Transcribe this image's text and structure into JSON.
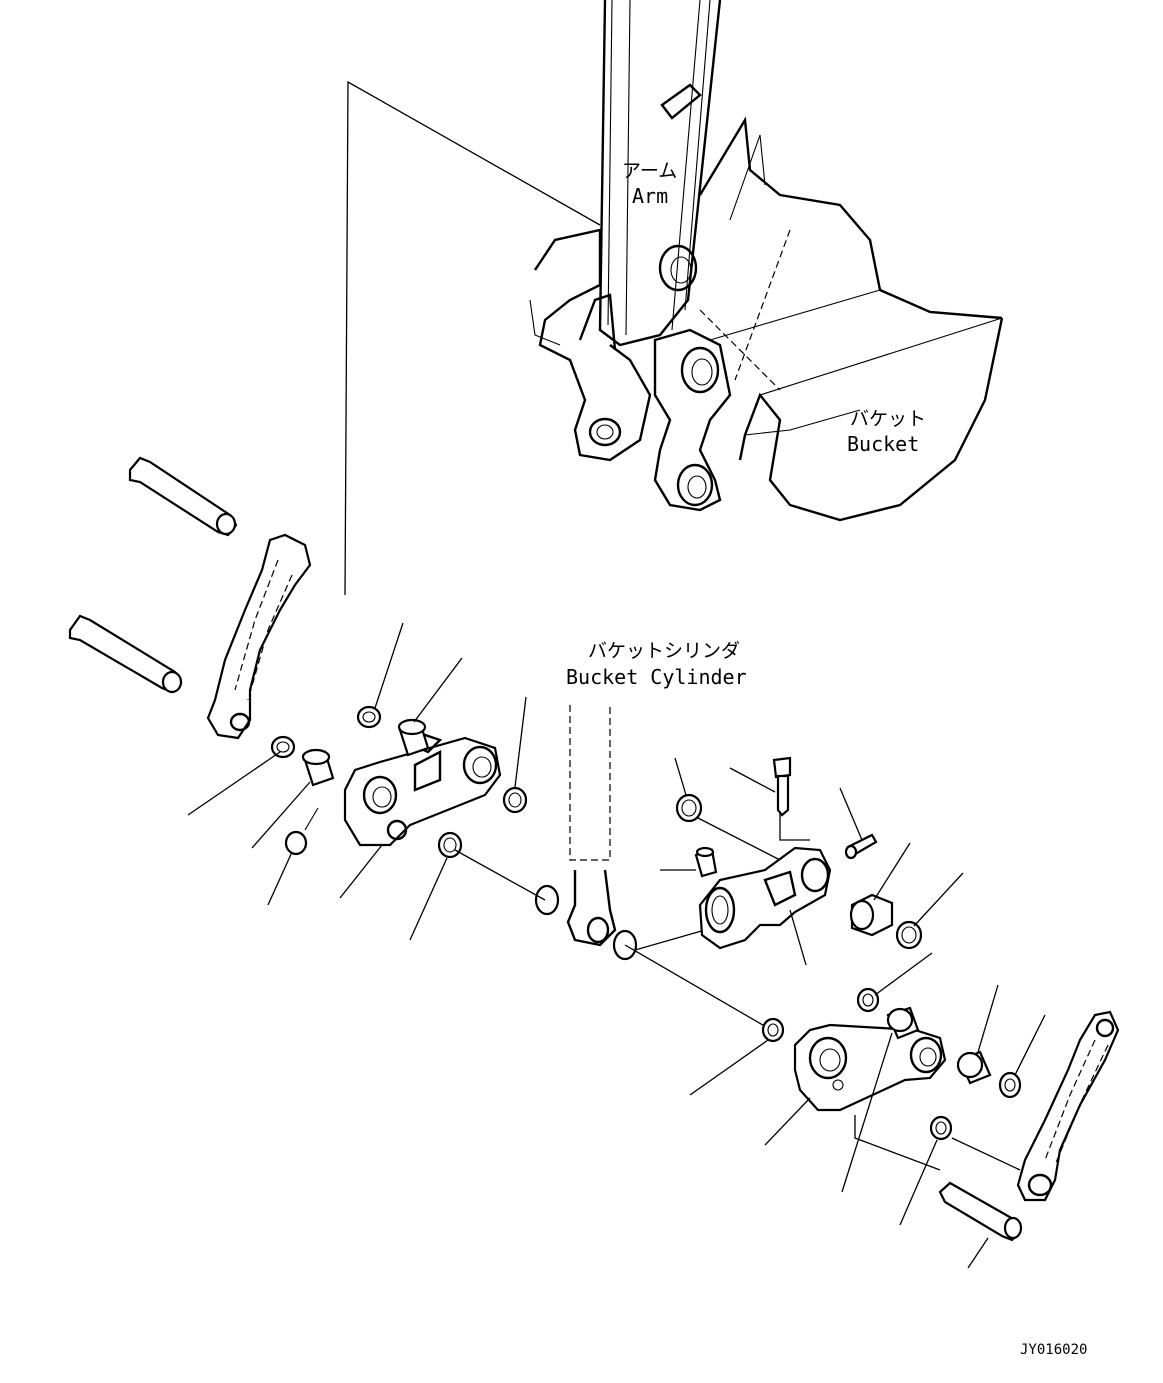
{
  "labels": {
    "arm_jp": "アーム",
    "arm_en": "Arm",
    "bucket_jp": "バケット",
    "bucket_en": "Bucket",
    "bucket_cylinder_jp": "バケットシリンダ",
    "bucket_cylinder_en": "Bucket Cylinder"
  },
  "drawing_code": "JY016020"
}
